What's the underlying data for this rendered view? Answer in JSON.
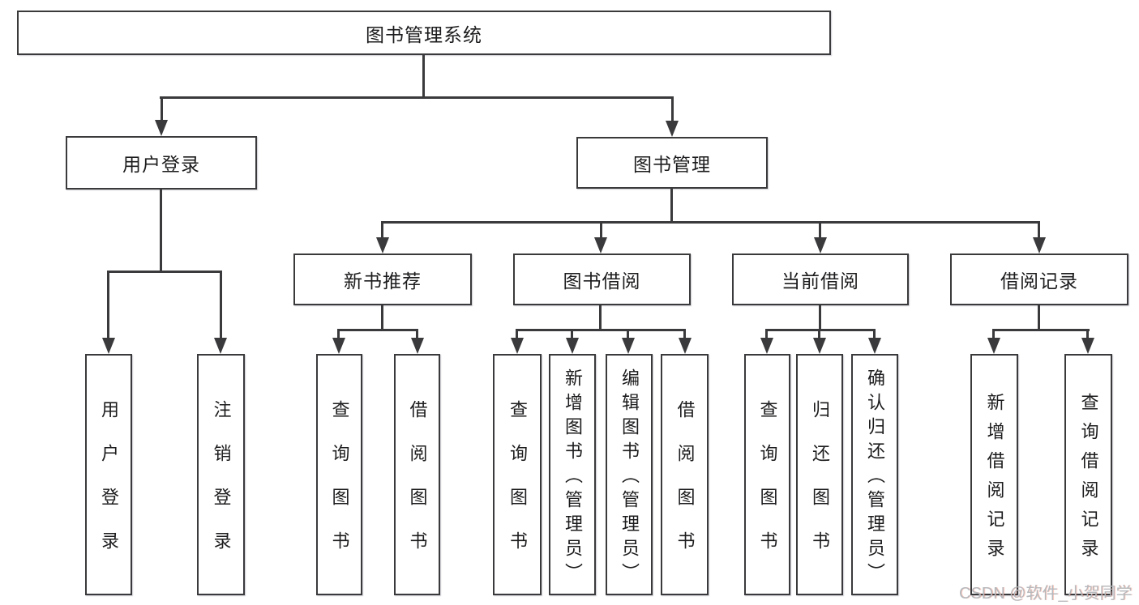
{
  "diagram": {
    "type": "tree",
    "root": {
      "label": "图书管理系统",
      "children": [
        {
          "label": "用户登录",
          "children": [
            {
              "label": "用户登录"
            },
            {
              "label": "注销登录"
            }
          ]
        },
        {
          "label": "图书管理",
          "children": [
            {
              "label": "新书推荐",
              "children": [
                {
                  "label": "查询图书"
                },
                {
                  "label": "借阅图书"
                }
              ]
            },
            {
              "label": "图书借阅",
              "children": [
                {
                  "label": "查询图书"
                },
                {
                  "label": "新增图书（管理员）"
                },
                {
                  "label": "编辑图书（管理员）"
                },
                {
                  "label": "借阅图书"
                }
              ]
            },
            {
              "label": "当前借阅",
              "children": [
                {
                  "label": "查询图书"
                },
                {
                  "label": "归还图书"
                },
                {
                  "label": "确认归还（管理员）"
                }
              ]
            },
            {
              "label": "借阅记录",
              "children": [
                {
                  "label": "新增借阅记录"
                },
                {
                  "label": "查询借阅记录"
                }
              ]
            }
          ]
        }
      ]
    }
  },
  "colors": {
    "line": "#3a3a3c",
    "box_border": "#3a3a3c",
    "box_fill": "#ffffff",
    "text": "#1c1c1e",
    "watermark": "#b6b9bd",
    "background": "#ffffff"
  },
  "watermark": {
    "text": "CSDN @软件_小贺同学"
  }
}
